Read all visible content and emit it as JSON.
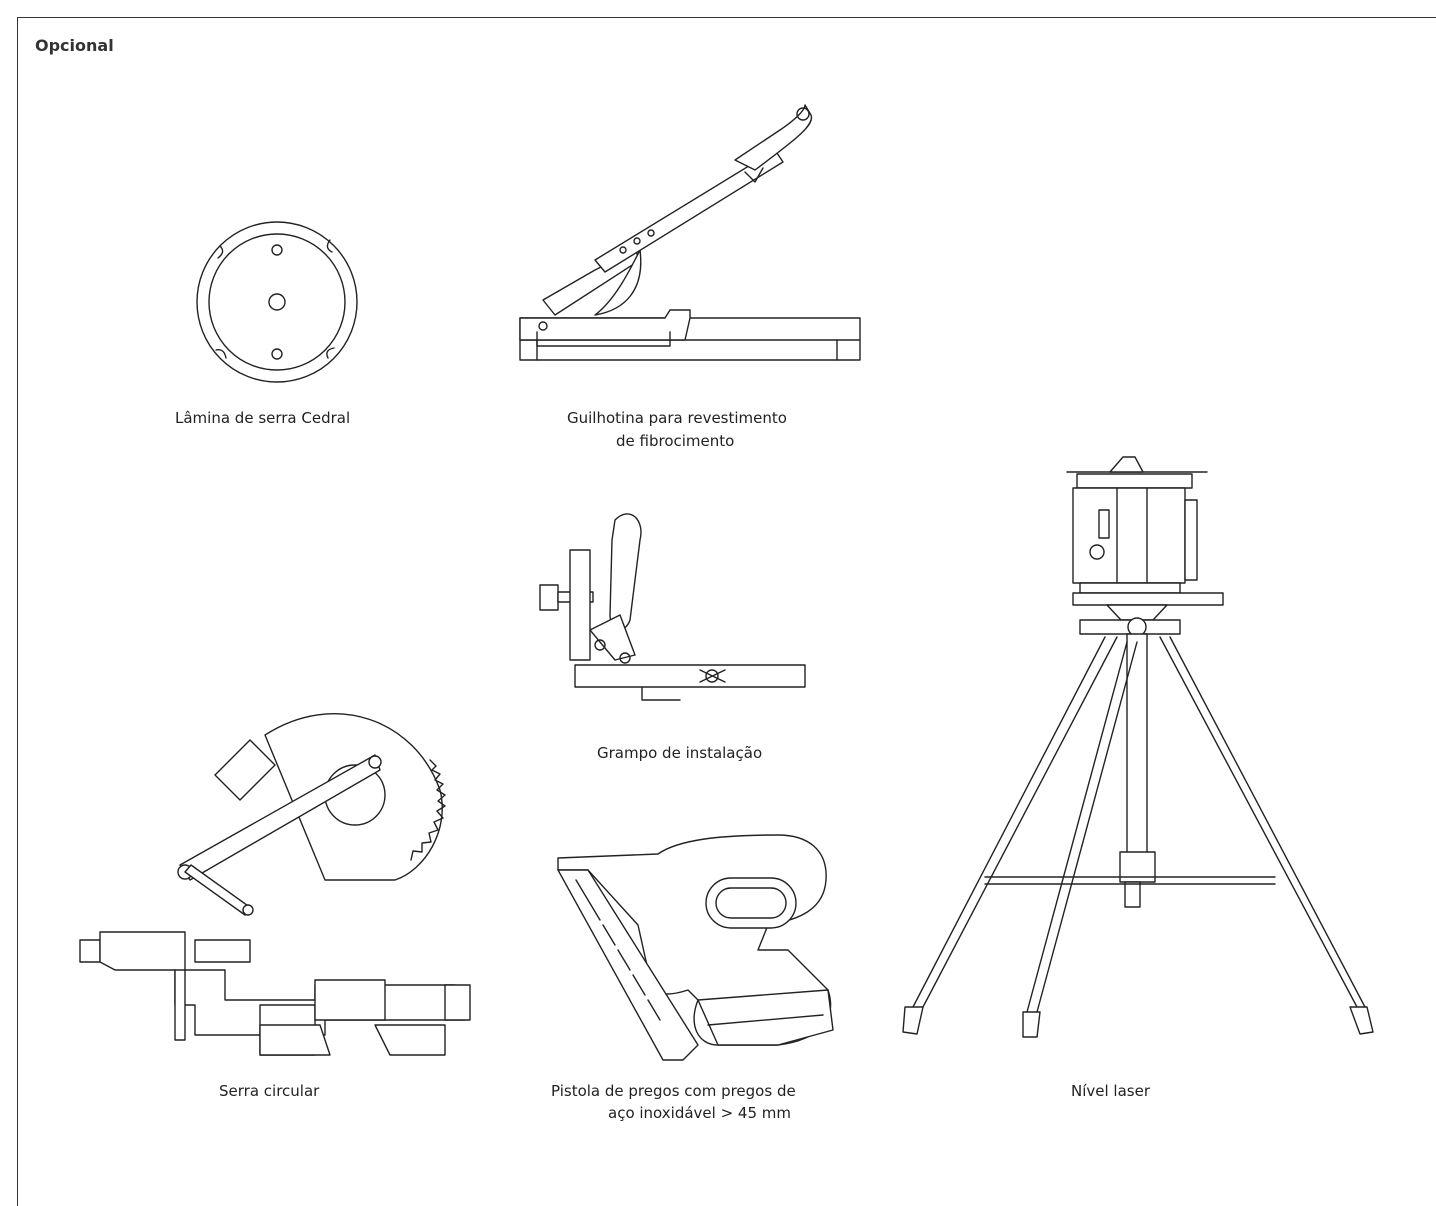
{
  "section": {
    "title": "Opcional"
  },
  "tools": {
    "saw_blade": {
      "caption": "Lâmina de serra Cedral",
      "icon": "saw-blade-icon"
    },
    "guillotine": {
      "caption_line1": "Guilhotina para revestimento",
      "caption_line2": "de fibrocimento",
      "icon": "guillotine-cutter-icon"
    },
    "clamp": {
      "caption": "Grampo de instalação",
      "icon": "installation-clamp-icon"
    },
    "laser_level": {
      "caption": "Nível laser",
      "icon": "laser-level-tripod-icon"
    },
    "circular_saw": {
      "caption": "Serra circular",
      "icon": "miter-saw-icon"
    },
    "nail_gun": {
      "caption_line1": "Pistola de pregos com pregos de",
      "caption_line2": "aço inoxidável > 45 mm",
      "icon": "nail-gun-icon"
    }
  }
}
